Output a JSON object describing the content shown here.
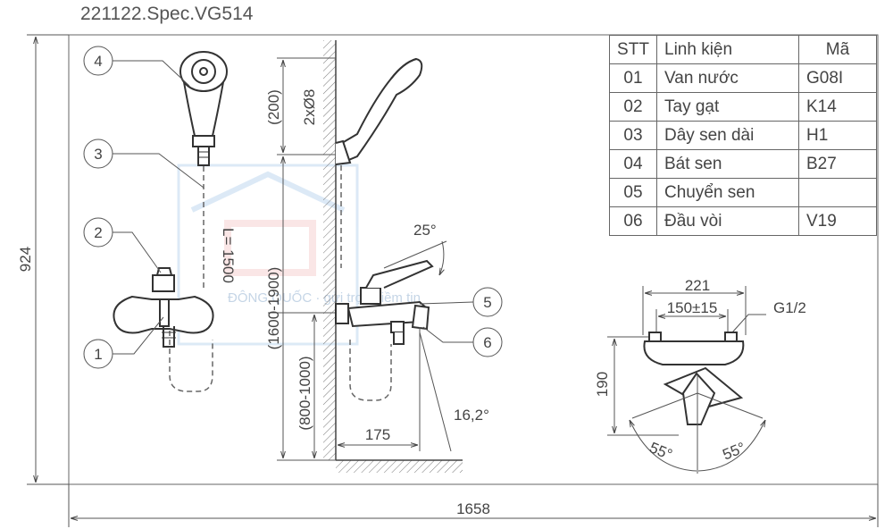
{
  "title": "221122.Spec.VG514",
  "table": {
    "headers": [
      "STT",
      "Linh kiện",
      "Mã"
    ],
    "rows": [
      {
        "stt": "01",
        "part": "Van nước",
        "code": "G08I"
      },
      {
        "stt": "02",
        "part": "Tay gạt",
        "code": "K14"
      },
      {
        "stt": "03",
        "part": "Dây sen dài",
        "code": "H1"
      },
      {
        "stt": "04",
        "part": "Bát sen",
        "code": "B27"
      },
      {
        "stt": "05",
        "part": "Chuyển sen",
        "code": ""
      },
      {
        "stt": "06",
        "part": "Đầu vòi",
        "code": "V19"
      }
    ]
  },
  "callouts": [
    "1",
    "2",
    "3",
    "4",
    "5",
    "6"
  ],
  "dimensions": {
    "height_total": "924",
    "width_total": "1658",
    "hose_length": "L= 1500",
    "top_gap": "(200)",
    "holes": "2xØ8",
    "mount_height": "(1600-1900)",
    "valve_height": "(800-1000)",
    "spout_reach": "175",
    "spout_angle": "16,2°",
    "lever_angle": "25°",
    "center_width": "221",
    "center_spacing": "150±15",
    "thread": "G1/2",
    "body_height": "190",
    "rot_left": "55°",
    "rot_right": "55°"
  },
  "watermark": "ĐÔNG QUỐC · gửi trọn niềm tin"
}
